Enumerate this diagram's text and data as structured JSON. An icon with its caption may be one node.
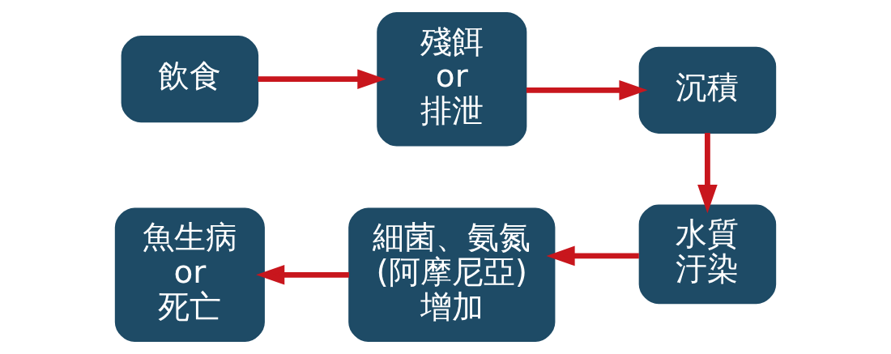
{
  "diagram": {
    "nodes": [
      {
        "text": [
          "飲食"
        ]
      },
      {
        "text": [
          "殘餌 or 排泄"
        ]
      },
      {
        "text": [
          "沉積"
        ]
      },
      {
        "text": [
          "水質汙染"
        ]
      },
      {
        "text": [
          "細菌、氨氮(阿摩尼亞)增加"
        ]
      },
      {
        "text": [
          "魚生病 or 死亡"
        ]
      }
    ],
    "edges": [
      {
        "from": 0,
        "to": 1,
        "arrow": "to"
      },
      {
        "from": 1,
        "to": 2,
        "arrow": "to"
      },
      {
        "from": 2,
        "to": 3,
        "arrow": "to"
      },
      {
        "from": 3,
        "to": 4,
        "arrow": "to"
      },
      {
        "from": 4,
        "to": 5,
        "arrow": "to"
      }
    ]
  }
}
